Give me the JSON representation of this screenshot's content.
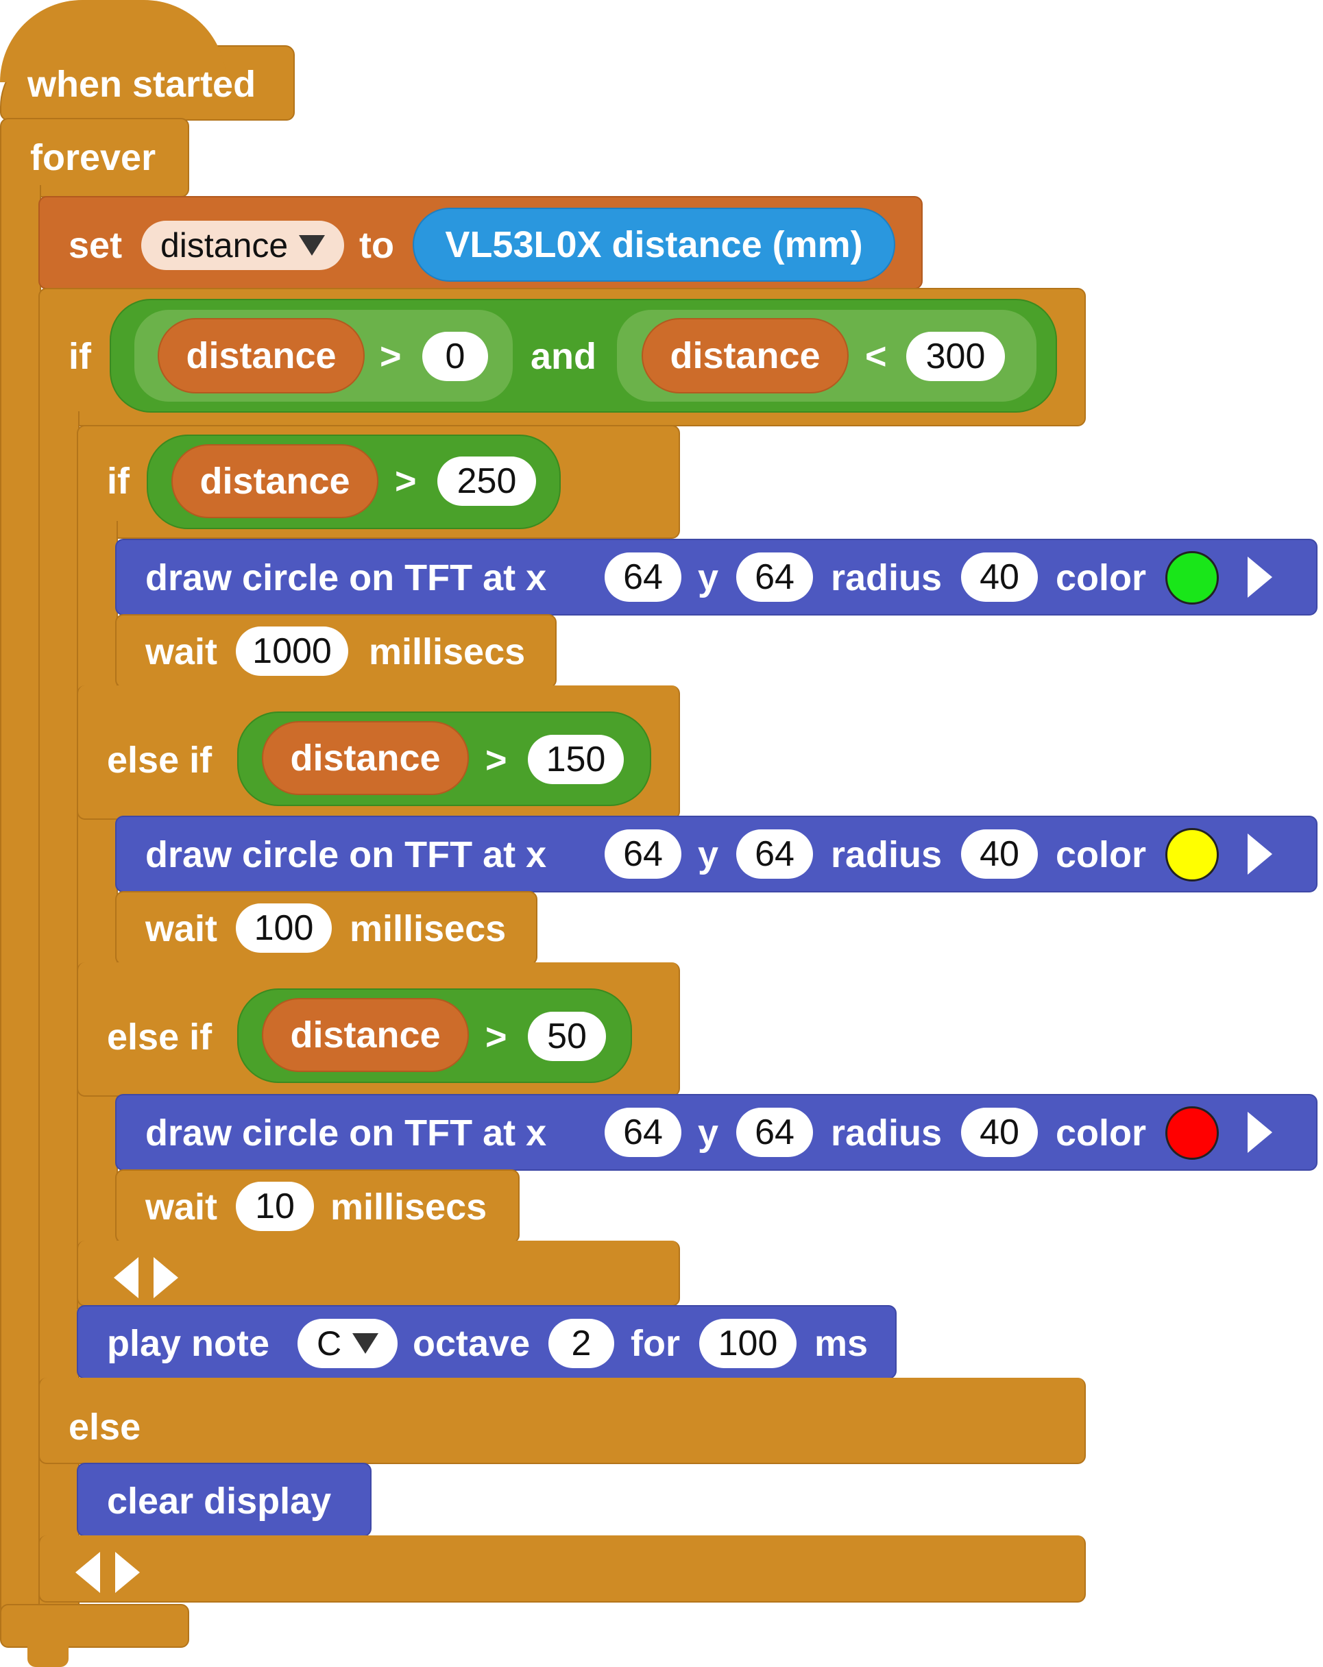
{
  "hat": {
    "label": "when started"
  },
  "forever": {
    "label": "forever"
  },
  "set_block": {
    "set_label": "set",
    "variable": "distance",
    "to_label": "to",
    "sensor": "VL53L0X distance (mm)"
  },
  "outer_if": {
    "if_label": "if",
    "left_var": "distance",
    "left_op": ">",
    "left_value": "0",
    "and_label": "and",
    "right_var": "distance",
    "right_op": "<",
    "right_value": "300",
    "else_label": "else"
  },
  "inner_if": {
    "if_label": "if",
    "elseif_label": "else if",
    "branches": [
      {
        "var": "distance",
        "op": ">",
        "value": "250",
        "draw": {
          "text1": "draw circle on TFT at x",
          "x": "64",
          "y_label": "y",
          "y": "64",
          "radius_label": "radius",
          "radius": "40",
          "color_label": "color",
          "color": "#19e619"
        },
        "wait": {
          "label": "wait",
          "value": "1000",
          "unit": "millisecs"
        }
      },
      {
        "var": "distance",
        "op": ">",
        "value": "150",
        "draw": {
          "text1": "draw circle on TFT at x",
          "x": "64",
          "y_label": "y",
          "y": "64",
          "radius_label": "radius",
          "radius": "40",
          "color_label": "color",
          "color": "#ffff00"
        },
        "wait": {
          "label": "wait",
          "value": "100",
          "unit": "millisecs"
        }
      },
      {
        "var": "distance",
        "op": ">",
        "value": "50",
        "draw": {
          "text1": "draw circle on TFT at x",
          "x": "64",
          "y_label": "y",
          "y": "64",
          "radius_label": "radius",
          "radius": "40",
          "color_label": "color",
          "color": "#ff0000"
        },
        "wait": {
          "label": "wait",
          "value": "10",
          "unit": "millisecs"
        }
      }
    ]
  },
  "play_note": {
    "play_label": "play note",
    "note": "C",
    "octave_label": "octave",
    "octave": "2",
    "for_label": "for",
    "duration": "100",
    "unit": "ms"
  },
  "clear_display": {
    "label": "clear display"
  },
  "colors": {
    "control": "#cf8b25",
    "variable": "#cd6c2a",
    "operator": "#4aa12a",
    "sensor": "#2a97de",
    "display": "#4d58c0"
  }
}
